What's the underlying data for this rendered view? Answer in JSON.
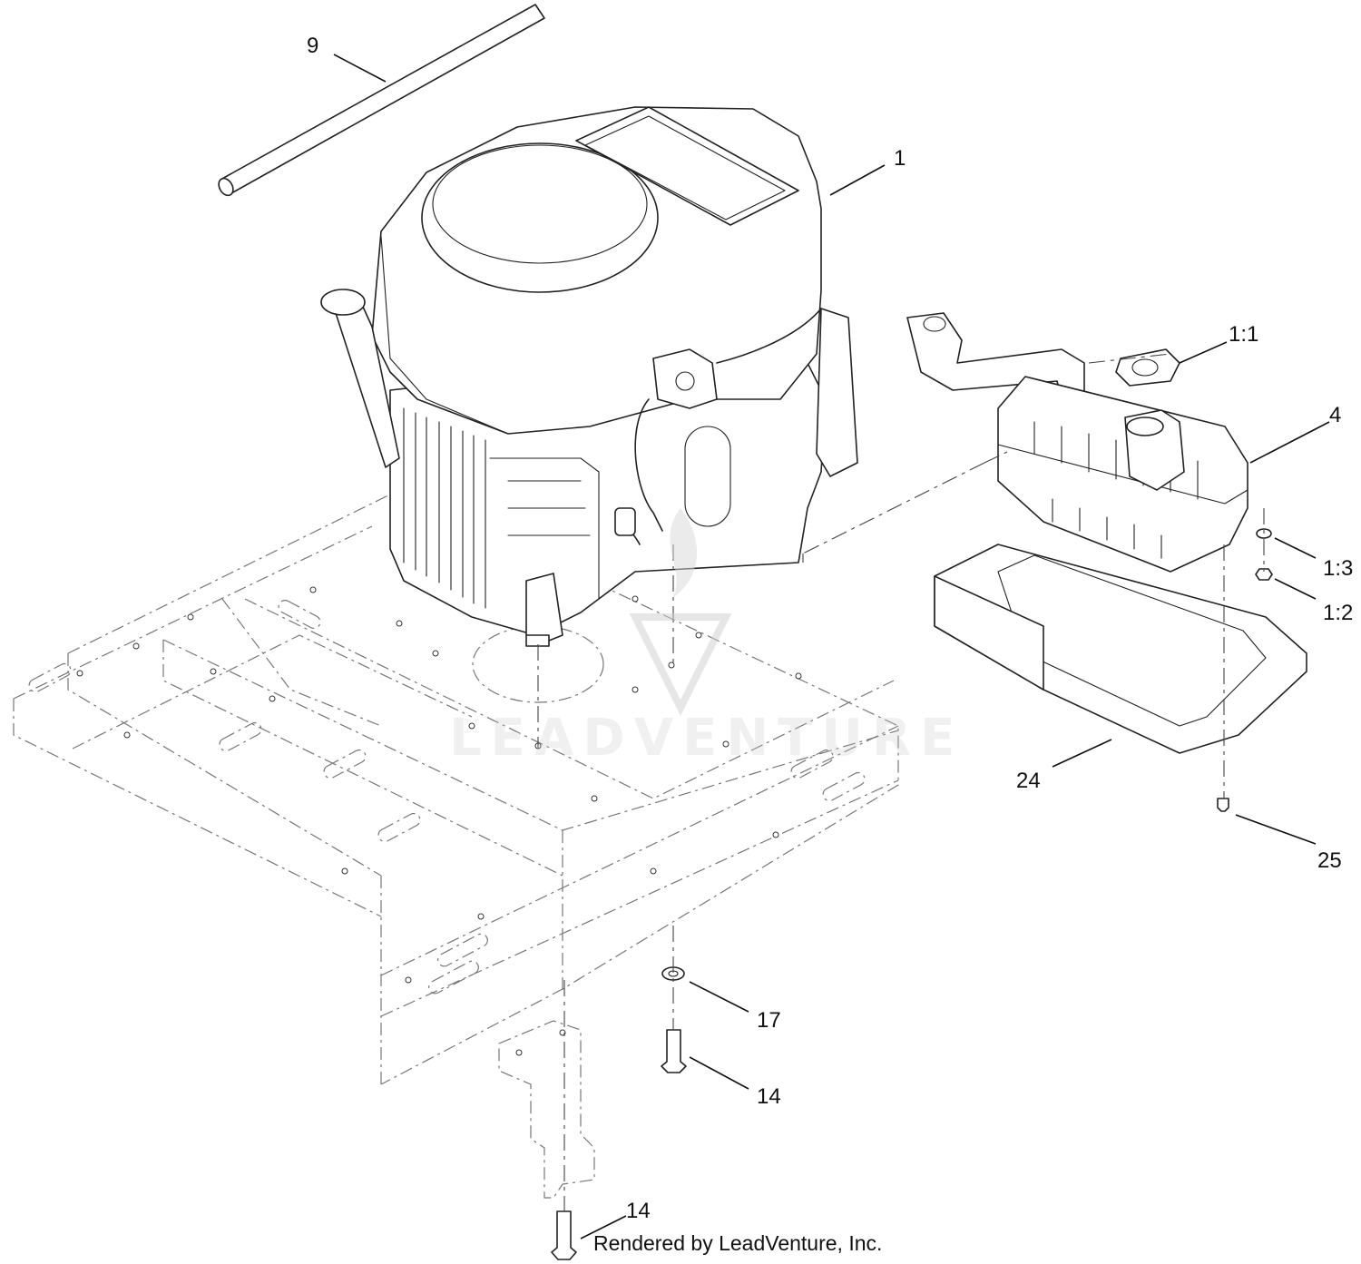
{
  "callouts": [
    {
      "id": "9",
      "label": "9"
    },
    {
      "id": "1",
      "label": "1"
    },
    {
      "id": "1-1",
      "label": "1:1"
    },
    {
      "id": "4",
      "label": "4"
    },
    {
      "id": "1-3",
      "label": "1:3"
    },
    {
      "id": "1-2",
      "label": "1:2"
    },
    {
      "id": "24",
      "label": "24"
    },
    {
      "id": "25",
      "label": "25"
    },
    {
      "id": "17",
      "label": "17"
    },
    {
      "id": "14a",
      "label": "14"
    },
    {
      "id": "14b",
      "label": "14"
    }
  ],
  "footer": {
    "credit": "Rendered by LeadVenture, Inc."
  },
  "watermark": {
    "text": "LEADVENTURE"
  }
}
